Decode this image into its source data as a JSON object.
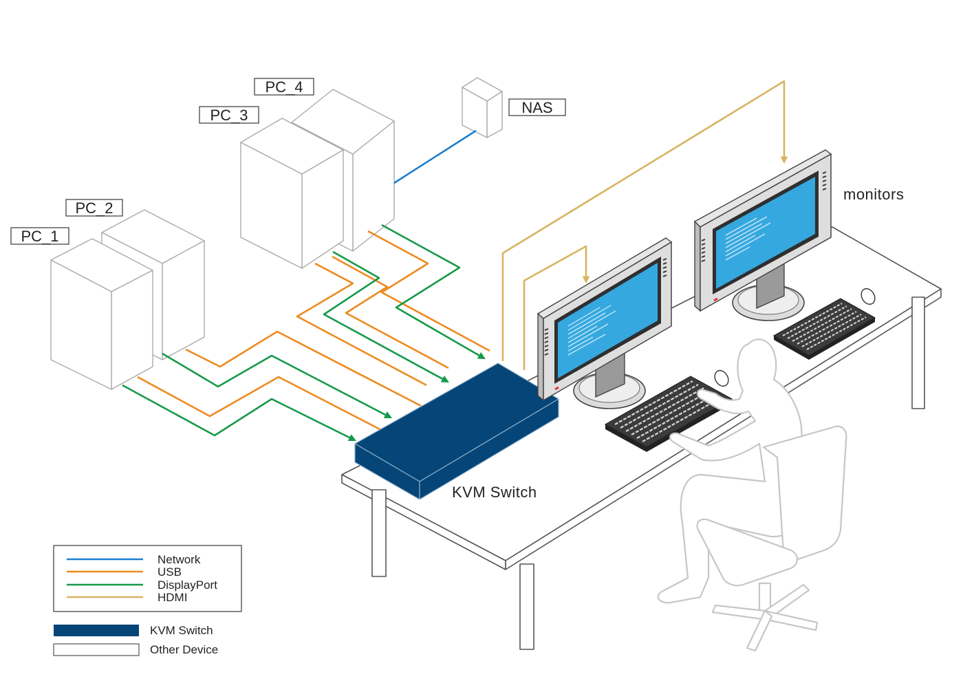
{
  "labels": {
    "pc1": "PC_1",
    "pc2": "PC_2",
    "pc3": "PC_3",
    "pc4": "PC_4",
    "nas": "NAS",
    "monitors": "monitors",
    "kvm": "KVM Switch"
  },
  "legend": {
    "lines": [
      {
        "label": "Network",
        "color": "#1a7fd0"
      },
      {
        "label": "USB",
        "color": "#ee8a1e"
      },
      {
        "label": "DisplayPort",
        "color": "#149a48"
      },
      {
        "label": "HDMI",
        "color": "#d8b460"
      }
    ],
    "kvm_switch": {
      "label": "KVM Switch",
      "color": "#054577"
    },
    "other_device": {
      "label": "Other Device",
      "color": "#ffffff"
    }
  },
  "colors": {
    "network": "#1a7fd0",
    "usb": "#ee8a1e",
    "displayport": "#149a48",
    "hdmi": "#d8b460",
    "kvm": "#054577",
    "screen": "#35a8e0",
    "outline": "#bbbbbb"
  }
}
